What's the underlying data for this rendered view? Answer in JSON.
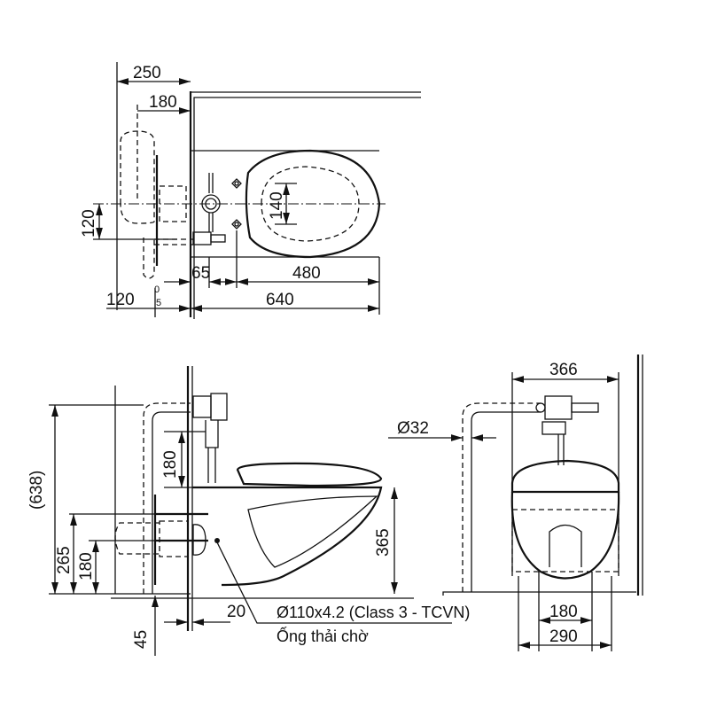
{
  "top_view": {
    "dims": {
      "width_250": "250",
      "width_180": "180",
      "height_120": "120",
      "seat_140": "140",
      "offset_65": "65",
      "length_480": "480",
      "left_120": "120",
      "total_640": "640",
      "small_0": "0",
      "small_5": "5"
    }
  },
  "side_view": {
    "dims": {
      "height_638": "(638)",
      "height_265": "265",
      "height_180_low": "180",
      "height_180_valve": "180",
      "height_365": "365",
      "gap_20": "20",
      "depth_45": "45"
    },
    "pipe_spec": "Ø110x4.2 (Class 3 - TCVN)",
    "pipe_label": "Ống thải chờ"
  },
  "front_view": {
    "dims": {
      "width_366": "366",
      "pipe_32": "Ø32",
      "width_180": "180",
      "width_290": "290"
    }
  }
}
